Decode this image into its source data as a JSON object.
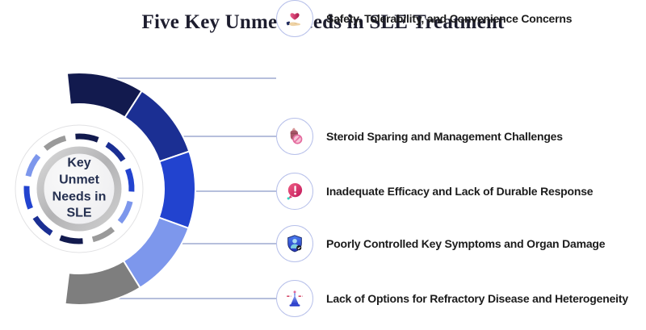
{
  "title": "Five Key Unmet Needs in SLE Treatment",
  "donut": {
    "center_label": "Key\nUnmet\nNeeds in\nSLE",
    "segment_colors": [
      "#121a4e",
      "#1b2f93",
      "#2243cf",
      "#7d97ec",
      "#7e7e7e"
    ],
    "dash_colors": [
      "#9a9a9a",
      "#121a4e",
      "#1b2f93",
      "#2243cf",
      "#7d97ec",
      "#9a9a9a",
      "#121a4e",
      "#1b2f93",
      "#2243cf",
      "#7d97ec"
    ],
    "connector_line_color": "#6d7fba",
    "icon_circle_border_color": "#b7c0ea"
  },
  "items": [
    {
      "icon": "steroid-restriction-icon",
      "label": "Steroid Sparing and Management Challenges"
    },
    {
      "icon": "alert-exclamation-icon",
      "label": "Inadequate Efficacy and Lack of Durable Response"
    },
    {
      "icon": "shield-person-icon",
      "label": "Poorly Controlled Key Symptoms and Organ Damage"
    },
    {
      "icon": "balance-scale-icon",
      "label": "Lack of Options for Refractory Disease and Heterogeneity"
    },
    {
      "icon": "hand-heart-icon",
      "label": "Safety, Tolerability, and Convenience Concerns"
    }
  ]
}
